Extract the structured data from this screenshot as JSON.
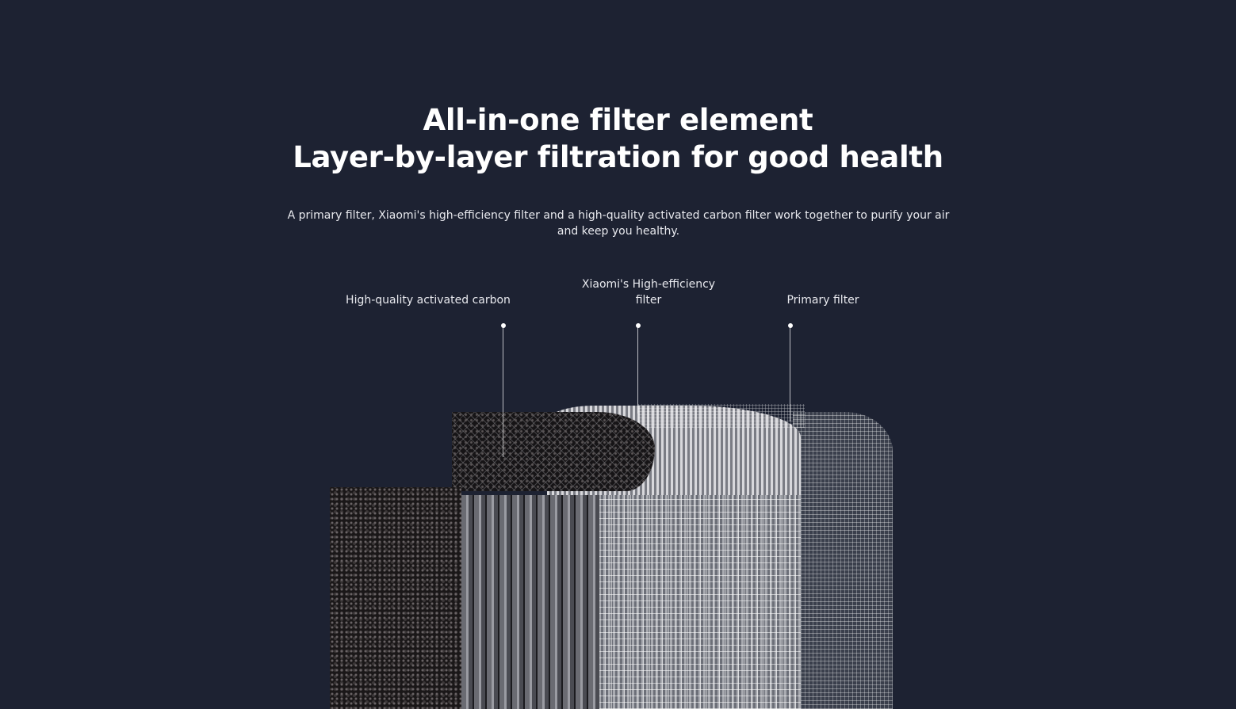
{
  "heading": {
    "line1": "All-in-one filter element",
    "line2": "Layer-by-layer filtration for good health"
  },
  "description": "A primary filter, Xiaomi's high-efficiency filter and a high-quality activated carbon filter work together to purify your air and keep you healthy.",
  "labels": {
    "carbon": "High-quality activated carbon",
    "hepa_line1": "Xiaomi's High-efficiency",
    "hepa_line2": "filter",
    "primary": "Primary filter"
  },
  "colors": {
    "background": "#1d2232",
    "text": "#ffffff"
  }
}
